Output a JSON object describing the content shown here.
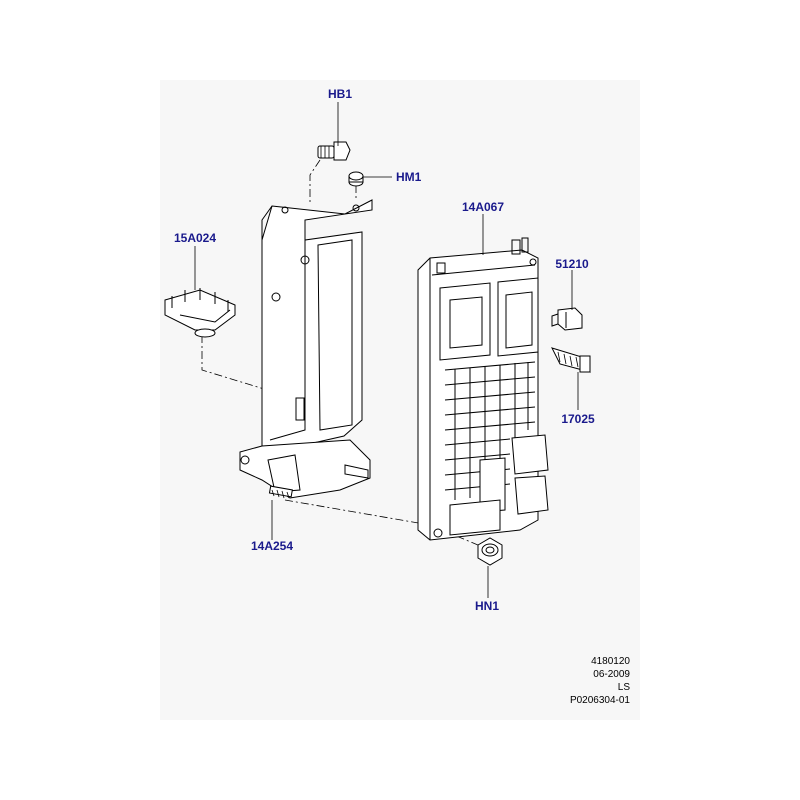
{
  "callouts": {
    "hb1": "HB1",
    "hm1": "HM1",
    "c15a024": "15A024",
    "c14a067": "14A067",
    "c51210": "51210",
    "c17025": "17025",
    "c14a254": "14A254",
    "hn1": "HN1"
  },
  "info": {
    "code": "4180120",
    "date": "06-2009",
    "model": "LS",
    "ref": "P0206304-01"
  },
  "colors": {
    "callout": "#1a1a8c",
    "panel": "#f7f7f7"
  }
}
